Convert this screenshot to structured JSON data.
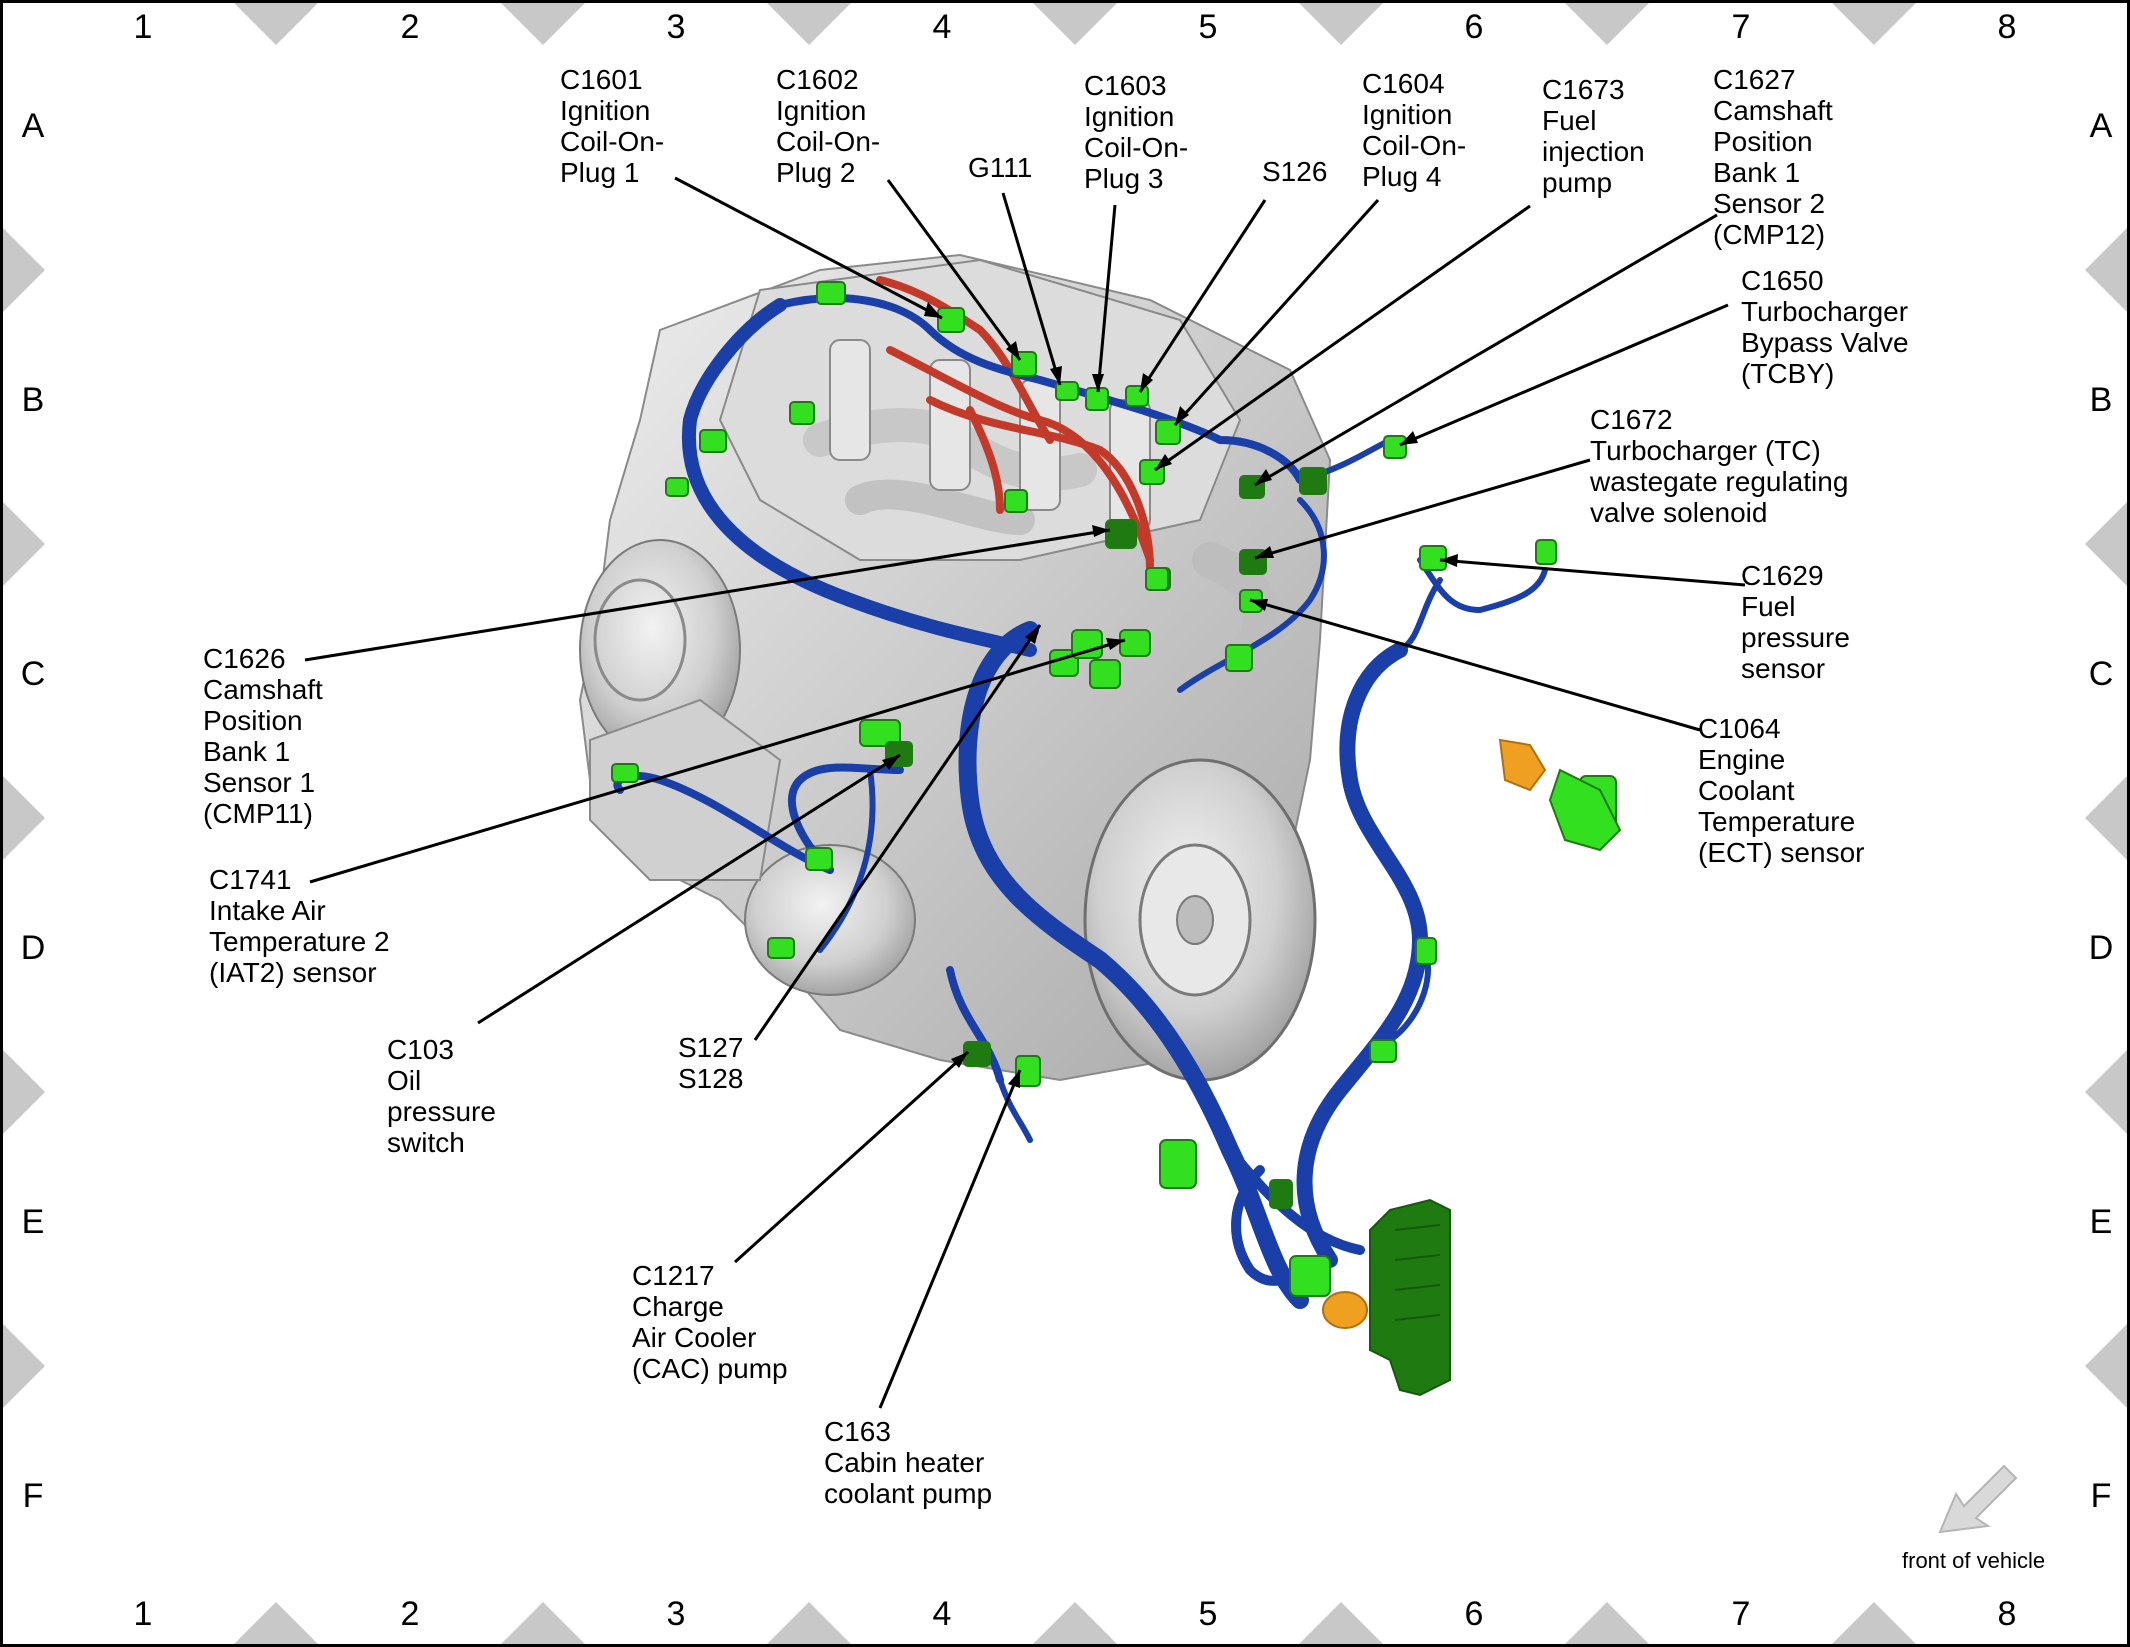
{
  "grid": {
    "columns": [
      "1",
      "2",
      "3",
      "4",
      "5",
      "6",
      "7",
      "8"
    ],
    "rows": [
      "A",
      "B",
      "C",
      "D",
      "E",
      "F"
    ]
  },
  "callouts": [
    {
      "id": "c1601",
      "text": "C1601\nIgnition\nCoil-On-\nPlug 1"
    },
    {
      "id": "c1602",
      "text": "C1602\nIgnition\nCoil-On-\nPlug 2"
    },
    {
      "id": "g111",
      "text": "G111"
    },
    {
      "id": "c1603",
      "text": "C1603\nIgnition\nCoil-On-\nPlug 3"
    },
    {
      "id": "s126",
      "text": "S126"
    },
    {
      "id": "c1604",
      "text": "C1604\nIgnition\nCoil-On-\nPlug 4"
    },
    {
      "id": "c1673",
      "text": "C1673\nFuel\ninjection\npump"
    },
    {
      "id": "c1627",
      "text": "C1627\nCamshaft\nPosition\nBank 1\nSensor 2\n(CMP12)"
    },
    {
      "id": "c1650",
      "text": "C1650\nTurbocharger\nBypass Valve\n(TCBY)"
    },
    {
      "id": "c1672",
      "text": "C1672\nTurbocharger (TC)\nwastegate regulating\nvalve solenoid"
    },
    {
      "id": "c1629",
      "text": "C1629\nFuel\npressure\nsensor"
    },
    {
      "id": "c1064",
      "text": "C1064\nEngine\nCoolant\nTemperature\n(ECT) sensor"
    },
    {
      "id": "c1626",
      "text": "C1626\nCamshaft\nPosition\nBank 1\nSensor 1\n(CMP11)"
    },
    {
      "id": "c1741",
      "text": "C1741\nIntake Air\nTemperature 2\n(IAT2) sensor"
    },
    {
      "id": "c103",
      "text": "C103\nOil\npressure\nswitch"
    },
    {
      "id": "s127",
      "text": "S127\nS128"
    },
    {
      "id": "c1217",
      "text": "C1217\nCharge\nAir Cooler\n(CAC) pump"
    },
    {
      "id": "c163",
      "text": "C163\nCabin heater\ncoolant pump"
    }
  ],
  "front_label": "front of vehicle",
  "colors": {
    "harness": "#1a3fa8",
    "connector": "#33e01f",
    "connector_dark": "#1f7a12",
    "orange": "#f0a020",
    "red_wire": "#c43a2a",
    "engine": "#d4d4d4",
    "grid_marker": "#c8c8c8"
  }
}
